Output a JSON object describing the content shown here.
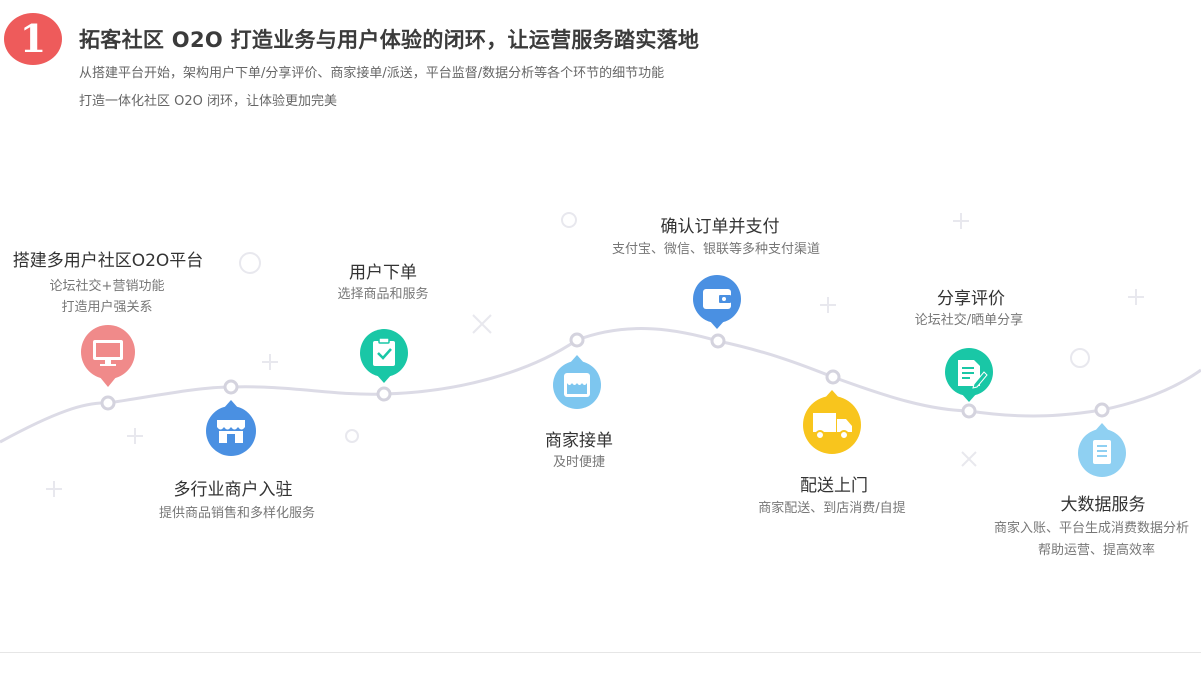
{
  "header": {
    "number": "1",
    "title": "拓客社区 O2O 打造业务与用户体验的闭环，让运营服务踏实落地",
    "line1": "从搭建平台开始，架构用户下单/分享评价、商家接单/派送，平台监督/数据分析等各个环节的细节功能",
    "line2": "打造一体化社区 O2O 闭环，让体验更加完美"
  },
  "colors": {
    "badge": "#ee5b5b",
    "platform": "#f08a8a",
    "merchant": "#4a90e2",
    "order": "#19c7a6",
    "accept": "#7dc6ef",
    "pay": "#4a90e2",
    "delivery": "#f8c51d",
    "review": "#19c7a6",
    "bigdata": "#8fd0f2",
    "curve": "#dcdbe6"
  },
  "stages": {
    "platform": {
      "title": "搭建多用户社区O2O平台",
      "desc1": "论坛社交+营销功能",
      "desc2": "打造用户强关系",
      "icon": "monitor-icon"
    },
    "merchant": {
      "title": "多行业商户入驻",
      "desc1": "提供商品销售和多样化服务",
      "icon": "shop-icon"
    },
    "order": {
      "title": "用户下单",
      "desc1": "选择商品和服务",
      "icon": "clipboard-check-icon"
    },
    "accept": {
      "title": "商家接单",
      "desc1": "及时便捷",
      "icon": "store-awning-icon"
    },
    "pay": {
      "title": "确认订单并支付",
      "desc1": "支付宝、微信、银联等多种支付渠道",
      "icon": "wallet-icon"
    },
    "delivery": {
      "title": "配送上门",
      "desc1": "商家配送、到店消费/自提",
      "icon": "truck-icon"
    },
    "review": {
      "title": "分享评价",
      "desc1": "论坛社交/晒单分享",
      "icon": "document-pen-icon"
    },
    "bigdata": {
      "title": "大数据服务",
      "desc1": "商家入账、平台生成消费数据分析",
      "desc2": "帮助运营、提高效率",
      "icon": "database-icon"
    }
  }
}
